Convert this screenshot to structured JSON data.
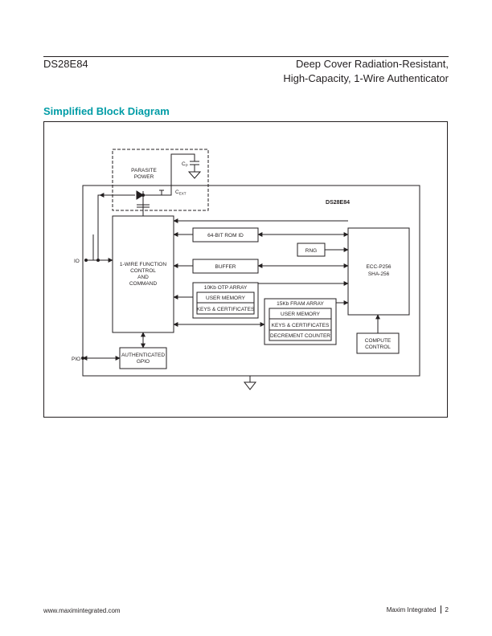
{
  "header": {
    "part_number": "DS28E84",
    "title_line1": "Deep Cover Radiation-Resistant,",
    "title_line2": "High-Capacity, 1-Wire Authenticator"
  },
  "section": {
    "heading": "Simplified Block Diagram"
  },
  "diagram": {
    "parasite_power": [
      "PARASITE",
      "POWER"
    ],
    "cp_label": "C",
    "cp_sub": "P",
    "cext_label": "C",
    "cext_sub": "EXT",
    "chip_label": "DS28E84",
    "io_label": "IO",
    "pio_label": "PIO",
    "wire_function": [
      "1-WIRE FUNCTION",
      "CONTROL",
      "AND",
      "COMMAND"
    ],
    "rom_id": "64-BIT ROM ID",
    "rng": "RNG",
    "buffer": "BUFFER",
    "crypto": [
      "ECC-P256",
      "SHA-256"
    ],
    "otp_array": "10Kb OTP ARRAY",
    "otp_user_memory": "USER MEMORY",
    "otp_keys": "KEYS & CERTIFICATES",
    "fram_array": "15Kb FRAM ARRAY",
    "fram_user_memory": "USER MEMORY",
    "fram_keys": "KEYS & CERTIFICATES",
    "fram_counter": "DECREMENT COUNTER",
    "compute_control": [
      "COMPUTE",
      "CONTROL"
    ],
    "auth_gpio": [
      "AUTHENTICATED",
      "GPIO"
    ]
  },
  "footer": {
    "url": "www.maximintegrated.com",
    "company": "Maxim Integrated",
    "page_number": "2"
  }
}
